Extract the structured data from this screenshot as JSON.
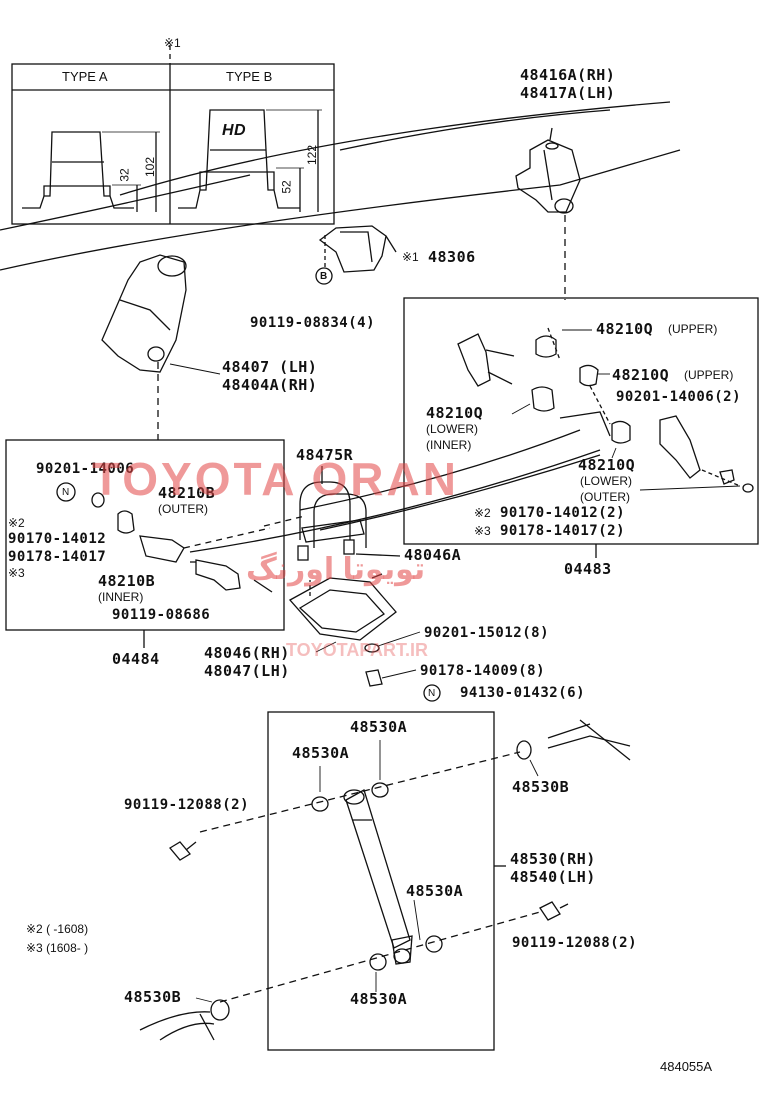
{
  "header": {
    "ref_mark": "※1"
  },
  "type_box": {
    "type_a": {
      "title": "TYPE A",
      "dim_low": "32",
      "dim_high": "102"
    },
    "type_b": {
      "title": "TYPE B",
      "emblem": "HD",
      "dim_low": "52",
      "dim_high": "122"
    }
  },
  "labels": {
    "bracket_rh": "48416A(RH)",
    "bracket_lh": "48417A(LH)",
    "stopper_mark": "※1",
    "stopper": "48306",
    "bolt_b_marker": "B",
    "bolt_b": "90119-08834(4)",
    "hanger_lh": "48407 (LH)",
    "hanger_rh": "48404A(RH)",
    "ubolt": "48475R",
    "ubolt_nut": "48046A",
    "seat_rh": "48046(RH)",
    "seat_lh": "48047(LH)",
    "washer_a": "90201-15012(8)",
    "nut_a": "90178-14009(8)",
    "n_marker": "N",
    "nut_n": "94130-01432(6)",
    "watermark_text": "TOYOTA ORAN",
    "watermark_url": "TOYOTAPART.IR",
    "watermark_fa": "تویوتا اورنگ"
  },
  "left_box": {
    "washer": "90201-14006",
    "n_marker": "N",
    "bush_outer_code": "48210B",
    "bush_outer_note": "(OUTER)",
    "mark2": "※2",
    "nut_2": "90170-14012",
    "nut_3": "90178-14017",
    "mark3": "※3",
    "bush_inner_code": "48210B",
    "bush_inner_note": "(INNER)",
    "bolt": "90119-08686",
    "assembly": "04484"
  },
  "right_box": {
    "bush_upper1": "48210Q",
    "bush_upper1_note": "(UPPER)",
    "bush_upper2": "48210Q",
    "bush_upper2_note": "(UPPER)",
    "washer": "90201-14006(2)",
    "bush_lower_inner": "48210Q",
    "bush_lower_inner_note1": "(LOWER)",
    "bush_lower_inner_note2": "(INNER)",
    "bush_lower_outer": "48210Q",
    "bush_lower_outer_note1": "(LOWER)",
    "bush_lower_outer_note2": "(OUTER)",
    "mark2": "※2",
    "nut_2": "90170-14012(2)",
    "mark3": "※3",
    "nut_3": "90178-14017(2)",
    "assembly": "04483"
  },
  "shock": {
    "bush_top_a": "48530A",
    "bush_a2": "48530A",
    "bush_b_top": "48530B",
    "bolt_left": "90119-12088(2)",
    "absorber_rh": "48530(RH)",
    "absorber_lh": "48540(LH)",
    "bush_mid": "48530A",
    "bolt_right": "90119-12088(2)",
    "bush_b_bottom": "48530B",
    "bush_bottom_a": "48530A"
  },
  "footnotes": {
    "note2": "※2 (      -1608)",
    "note3": "※3 (1608-      )"
  },
  "figure_code": "484055A"
}
